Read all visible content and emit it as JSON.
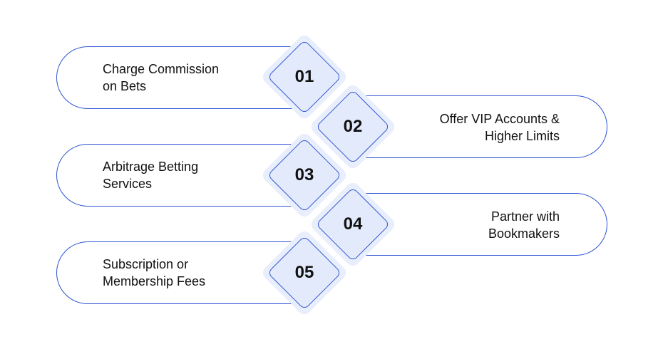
{
  "colors": {
    "stroke": "#2f55d4",
    "diamond_fill": "#e3eafb",
    "halo_fill": "#e8eefc",
    "text": "#111111"
  },
  "steps": [
    {
      "number": "01",
      "lines": [
        "Charge Commission",
        "on Bets"
      ]
    },
    {
      "number": "02",
      "lines": [
        "Offer VIP Accounts &",
        "Higher Limits"
      ]
    },
    {
      "number": "03",
      "lines": [
        "Arbitrage Betting",
        "Services"
      ]
    },
    {
      "number": "04",
      "lines": [
        "Partner with",
        "Bookmakers"
      ]
    },
    {
      "number": "05",
      "lines": [
        "Subscription or",
        "Membership Fees"
      ]
    }
  ]
}
